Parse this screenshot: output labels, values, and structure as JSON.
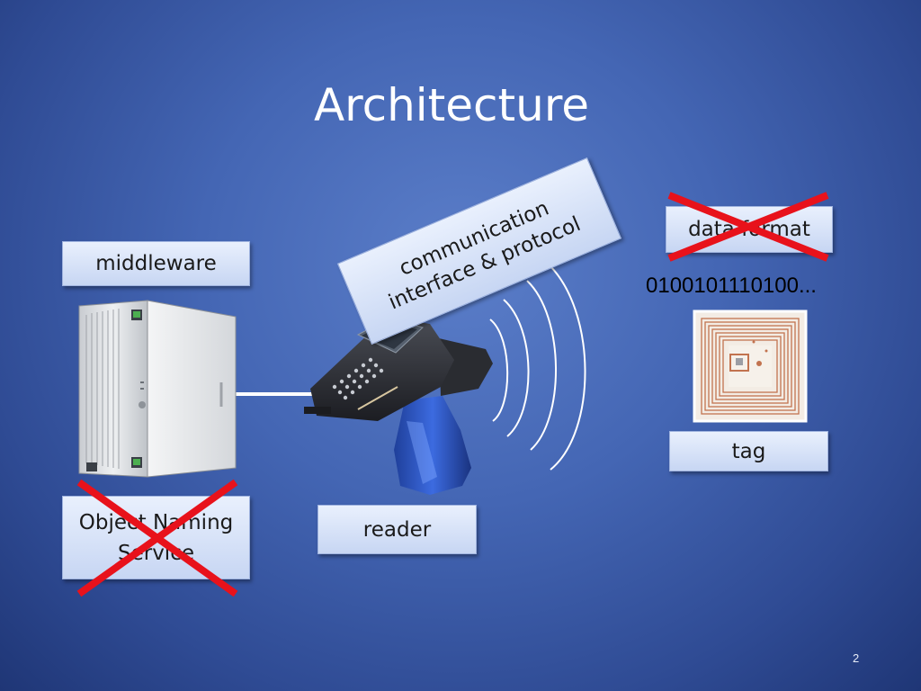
{
  "slide": {
    "title": "Architecture",
    "page_number": "2",
    "labels": {
      "middleware": "middleware",
      "communication_line1": "communication",
      "communication_line2": "interface & protocol",
      "data_format": "data format",
      "binary_data": "0100101110100...",
      "tag": "tag",
      "reader": "reader",
      "ons_line1": "Object Naming",
      "ons_line2": "Service"
    },
    "crossed_out": [
      "data format",
      "Object Naming Service"
    ],
    "cross_color": "#e8121b"
  }
}
